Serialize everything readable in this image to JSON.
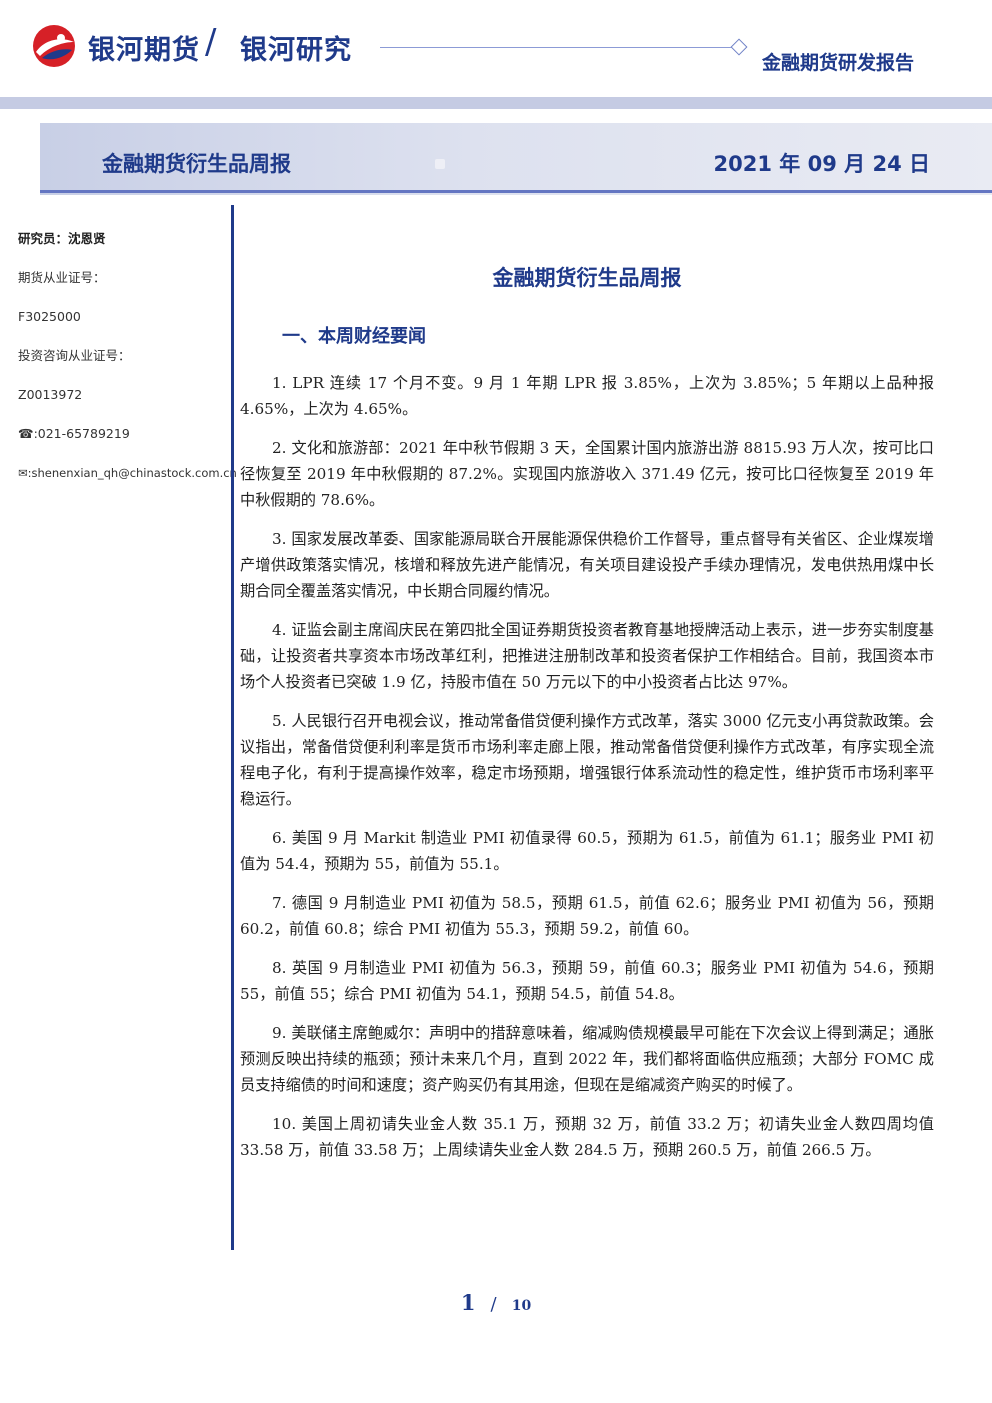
{
  "header": {
    "brand": "银河期货",
    "brand_separator": "/",
    "research": "银河研究",
    "report_type": "金融期货研发报告",
    "logo_icon": "galaxy-logo-icon",
    "colors": {
      "brand_blue": "#1f3a8a",
      "logo_red": "#d62027"
    }
  },
  "banner": {
    "title": "金融期货衍生品周报",
    "date": "2021 年 09 月 24 日"
  },
  "sidebar": {
    "researcher": "研究员：沈恩贤",
    "futures_cert_label": "期货从业证号：",
    "futures_cert_value": "F3025000",
    "advisory_cert_label": "投资咨询从业证号：",
    "advisory_cert_value": "Z0013972",
    "phone": "☎:021-65789219",
    "email": "✉:shenenxian_qh@chinastock.com.cn"
  },
  "content": {
    "title": "金融期货衍生品周报",
    "section1": "一、本周财经要闻",
    "items": [
      "1. LPR 连续 17 个月不变。9 月 1 年期 LPR 报 3.85%，上次为 3.85%；5 年期以上品种报 4.65%，上次为 4.65%。",
      "2. 文化和旅游部：2021 年中秋节假期 3 天，全国累计国内旅游出游 8815.93 万人次，按可比口径恢复至 2019 年中秋假期的 87.2%。实现国内旅游收入 371.49 亿元，按可比口径恢复至 2019 年中秋假期的 78.6%。",
      "3. 国家发展改革委、国家能源局联合开展能源保供稳价工作督导，重点督导有关省区、企业煤炭增产增供政策落实情况，核增和释放先进产能情况，有关项目建设投产手续办理情况，发电供热用煤中长期合同全覆盖落实情况，中长期合同履约情况。",
      "4. 证监会副主席阎庆民在第四批全国证券期货投资者教育基地授牌活动上表示，进一步夯实制度基础，让投资者共享资本市场改革红利，把推进注册制改革和投资者保护工作相结合。目前，我国资本市场个人投资者已突破 1.9 亿，持股市值在 50 万元以下的中小投资者占比达 97%。",
      "5. 人民银行召开电视会议，推动常备借贷便利操作方式改革，落实 3000 亿元支小再贷款政策。会议指出，常备借贷便利利率是货币市场利率走廊上限，推动常备借贷便利操作方式改革，有序实现全流程电子化，有利于提高操作效率，稳定市场预期，增强银行体系流动性的稳定性，维护货币市场利率平稳运行。",
      "6. 美国 9 月 Markit 制造业 PMI 初值录得 60.5，预期为 61.5，前值为 61.1；服务业 PMI 初值为 54.4，预期为 55，前值为 55.1。",
      "7. 德国 9 月制造业 PMI 初值为 58.5，预期 61.5，前值 62.6；服务业 PMI 初值为 56，预期 60.2，前值 60.8；综合 PMI 初值为 55.3，预期 59.2，前值 60。",
      "8. 英国 9 月制造业 PMI 初值为 56.3，预期 59，前值 60.3；服务业 PMI 初值为 54.6，预期 55，前值 55；综合 PMI 初值为 54.1，预期 54.5，前值 54.8。",
      "9. 美联储主席鲍威尔：声明中的措辞意味着，缩减购债规模最早可能在下次会议上得到满足；通胀预测反映出持续的瓶颈；预计未来几个月，直到 2022 年，我们都将面临供应瓶颈；大部分 FOMC 成员支持缩债的时间和速度；资产购买仍有其用途，但现在是缩减资产购买的时候了。",
      "10. 美国上周初请失业金人数 35.1 万，预期 32 万，前值 33.2 万；初请失业金人数四周均值 33.58 万，前值 33.58 万；上周续请失业金人数 284.5 万，预期 260.5 万，前值 266.5 万。"
    ]
  },
  "footer": {
    "page_current": "1",
    "page_sep": "/",
    "page_total": "10"
  }
}
